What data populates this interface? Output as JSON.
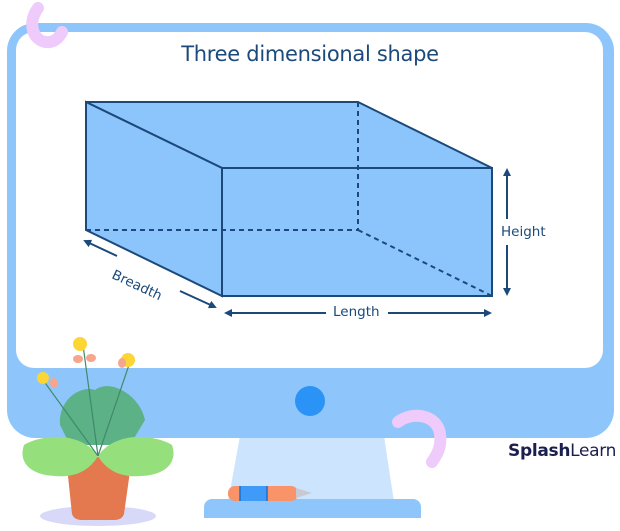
{
  "diagram": {
    "title": "Three dimensional shape",
    "shape": "cuboid",
    "labels": {
      "length": "Length",
      "breadth": "Breadth",
      "height": "Height"
    }
  },
  "brand": {
    "bold": "Splash",
    "regular": "Learn"
  },
  "colors": {
    "monitor": "#8ec6fc",
    "screen": "#ffffff",
    "stand": "#cce4fd",
    "cuboid_fill": "#8cc4fc",
    "edge": "#1b4a7a",
    "power_button": "#2a93f5",
    "swirl": "#eecbfb",
    "pot": "#e4784f",
    "leaf_dark": "#5cb187",
    "leaf_light": "#95e07c",
    "flower": "#fbd635",
    "petal": "#f8a58e"
  }
}
